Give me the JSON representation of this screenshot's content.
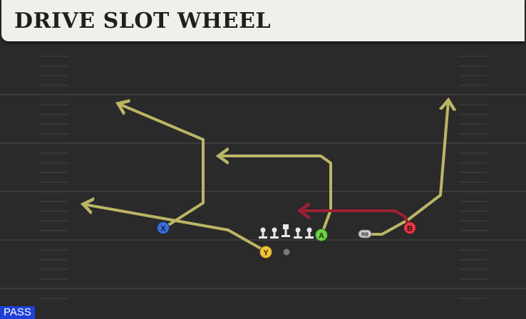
{
  "play": {
    "title": "DRIVE SLOT WHEEL",
    "mode_badge": "PASS"
  },
  "players": [
    {
      "id": "x",
      "label": "X",
      "color": "#3d6fd8"
    },
    {
      "id": "y",
      "label": "Y",
      "color": "#f0c43a"
    },
    {
      "id": "a",
      "label": "A",
      "color": "#6dd048"
    },
    {
      "id": "b",
      "label": "B",
      "color": "#e23a48"
    },
    {
      "id": "rb",
      "label": "RB",
      "color": "#cfcfcf"
    }
  ],
  "colors": {
    "route_gold": "#bbb566",
    "route_red": "#9c1f34",
    "field": "#2a2a2a",
    "yard_line": "#3e3e3e"
  }
}
